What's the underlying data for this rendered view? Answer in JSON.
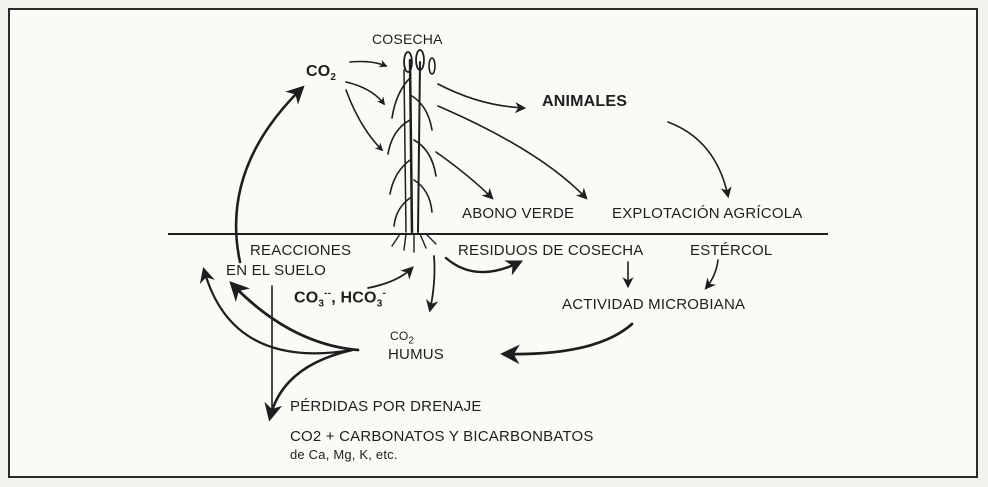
{
  "labels": {
    "cosecha": "COSECHA",
    "co2_top": "CO",
    "co2_top_sub": "2",
    "animales": "ANIMALES",
    "abono_verde": "ABONO VERDE",
    "explotacion": "EXPLOTACIÓN AGRÍCOLA",
    "reacciones": "REACCIONES",
    "en_el_suelo": "EN EL SUELO",
    "residuos": "RESIDUOS DE COSECHA",
    "estiercol": "ESTÉRCOL",
    "carb_co": "CO",
    "carb_sub": "3",
    "carb_sup": "--",
    "carb_mid": ", HCO",
    "bicarb_sub": "3",
    "bicarb_sup": "-",
    "actividad": "ACTIVIDAD MICROBIANA",
    "co2_humus_co": "CO",
    "co2_humus_sub": "2",
    "humus": "HUMUS",
    "perdidas": "PÉRDIDAS POR DRENAJE",
    "co2_carbonatos": "CO2 + CARBONATOS Y BICARBONBATOS",
    "cations": "de Ca, Mg, K, etc."
  },
  "colors": {
    "ink": "#1e1e1e",
    "paper": "#fbfaf6",
    "frame": "#2a2a2a"
  }
}
